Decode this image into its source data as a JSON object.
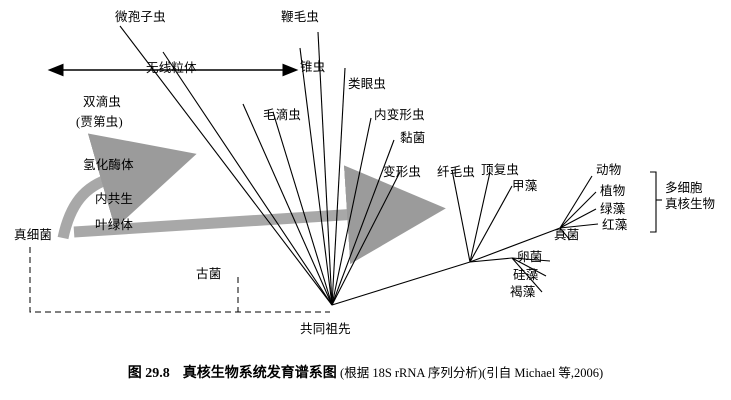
{
  "figure": {
    "caption_number": "图 29.8",
    "caption_title": "真核生物系统发育谱系图",
    "caption_rest": "(根据 18S rRNA 序列分析)(引自 Michael 等,2006)"
  },
  "diagram": {
    "type": "phylogenetic-tree",
    "root_label": "共同祖先",
    "arrow_label": "无线粒体",
    "endosymbiosis_labels": [
      {
        "id": "hydrogenosome",
        "text": "氢化酶体"
      },
      {
        "id": "endosymbiosis",
        "text": "内共生"
      },
      {
        "id": "chloroplast",
        "text": "叶绿体"
      }
    ],
    "bacteria_label": "真细菌",
    "archaea_label": "古菌",
    "group_bracket_label_line1": "多细胞",
    "group_bracket_label_line2": "真核生物",
    "taxa": [
      {
        "id": "microsporidia",
        "text": "微孢子虫"
      },
      {
        "id": "flagellate",
        "text": "鞭毛虫"
      },
      {
        "id": "trypanosome",
        "text": "锥虫"
      },
      {
        "id": "euglenoid",
        "text": "类眼虫"
      },
      {
        "id": "diplomonad_line1",
        "text": "双滴虫"
      },
      {
        "id": "diplomonad_line2",
        "text": "(贾第虫)"
      },
      {
        "id": "trichomonad",
        "text": "毛滴虫"
      },
      {
        "id": "entamoeba",
        "text": "内变形虫"
      },
      {
        "id": "slime_mold",
        "text": "黏菌"
      },
      {
        "id": "amoeba",
        "text": "变形虫"
      },
      {
        "id": "ciliate",
        "text": "纤毛虫"
      },
      {
        "id": "apicomplexa",
        "text": "顶复虫"
      },
      {
        "id": "dinoflagellate",
        "text": "甲藻"
      },
      {
        "id": "animal",
        "text": "动物"
      },
      {
        "id": "plant",
        "text": "植物"
      },
      {
        "id": "green_algae",
        "text": "绿藻"
      },
      {
        "id": "red_algae",
        "text": "红藻"
      },
      {
        "id": "fungi",
        "text": "真菌"
      },
      {
        "id": "oomycete",
        "text": "卵菌"
      },
      {
        "id": "diatom",
        "text": "硅藻"
      },
      {
        "id": "brown_algae",
        "text": "褐藻"
      }
    ]
  },
  "colors": {
    "line": "#000000",
    "arrow_gray": "#8a8a8a",
    "background": "#ffffff"
  }
}
